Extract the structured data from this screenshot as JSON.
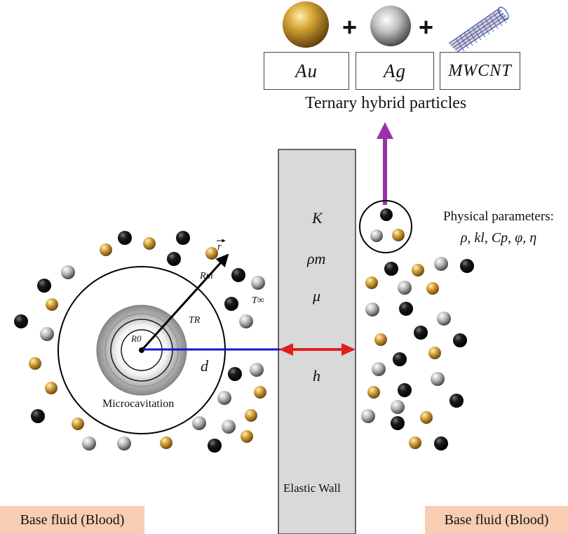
{
  "particles": {
    "labels": [
      "Au",
      "Ag",
      "MWCNT"
    ],
    "plus_signs": [
      "+",
      "+"
    ],
    "caption": "Ternary hybrid particles"
  },
  "wall": {
    "symbols": [
      "K",
      "ρm",
      "μ"
    ],
    "gap_symbol": "h",
    "label": "Elastic Wall"
  },
  "cavitation": {
    "label": "Microcavitation",
    "radius_vector": "r",
    "outer_radius": "Rm",
    "inner_temp": "TR",
    "initial_radius": "R0",
    "distance": "d",
    "outer_temp": "T∞"
  },
  "physical_parameters": {
    "title": "Physical parameters:",
    "list": "ρ, kl, Cp, φ, η"
  },
  "base_fluid": {
    "left": "Base fluid (Blood)",
    "right": "Base fluid (Blood)"
  },
  "colors": {
    "gold": "#c8962e",
    "silver": "#a8a8a8",
    "black": "#111111",
    "wall_fill": "#d9d9d9",
    "arrow_purple": "#9933aa",
    "arrow_red": "#e02020",
    "line_blue": "#1515cc",
    "base_fluid_bg": "#f7cdb4"
  }
}
